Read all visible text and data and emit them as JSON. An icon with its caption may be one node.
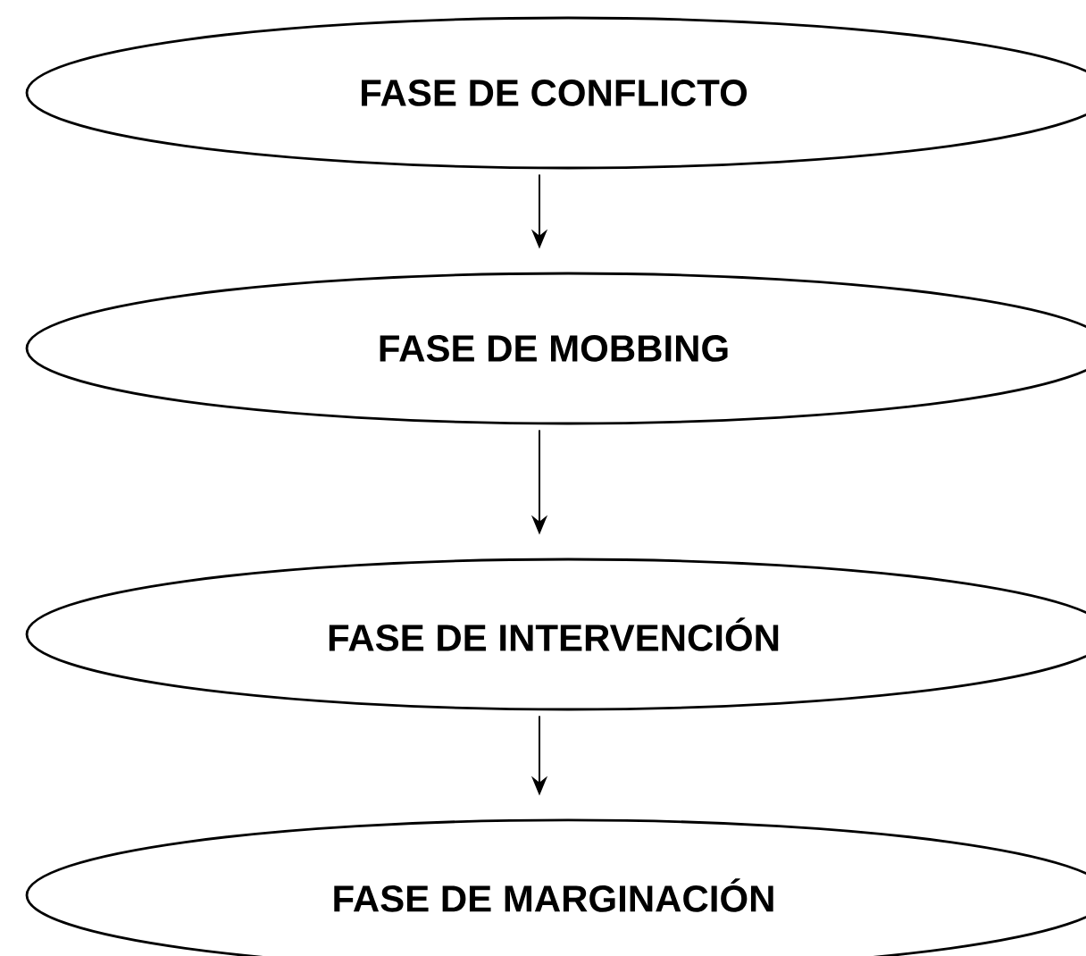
{
  "diagram": {
    "nodes": [
      {
        "text": [
          "FASE DE CONFLICTO"
        ]
      },
      {
        "text": [
          "FASE DE MOBBING"
        ]
      },
      {
        "text": [
          "FASE DE INTERVENCIÓN"
        ]
      },
      {
        "text": [
          "FASE DE MARGINACIÓN"
        ]
      }
    ],
    "edges": [
      {
        "from": 0,
        "to": 1,
        "arrow": "to"
      },
      {
        "from": 1,
        "to": 2,
        "arrow": "to"
      },
      {
        "from": 2,
        "to": 3,
        "arrow": "to"
      }
    ]
  }
}
